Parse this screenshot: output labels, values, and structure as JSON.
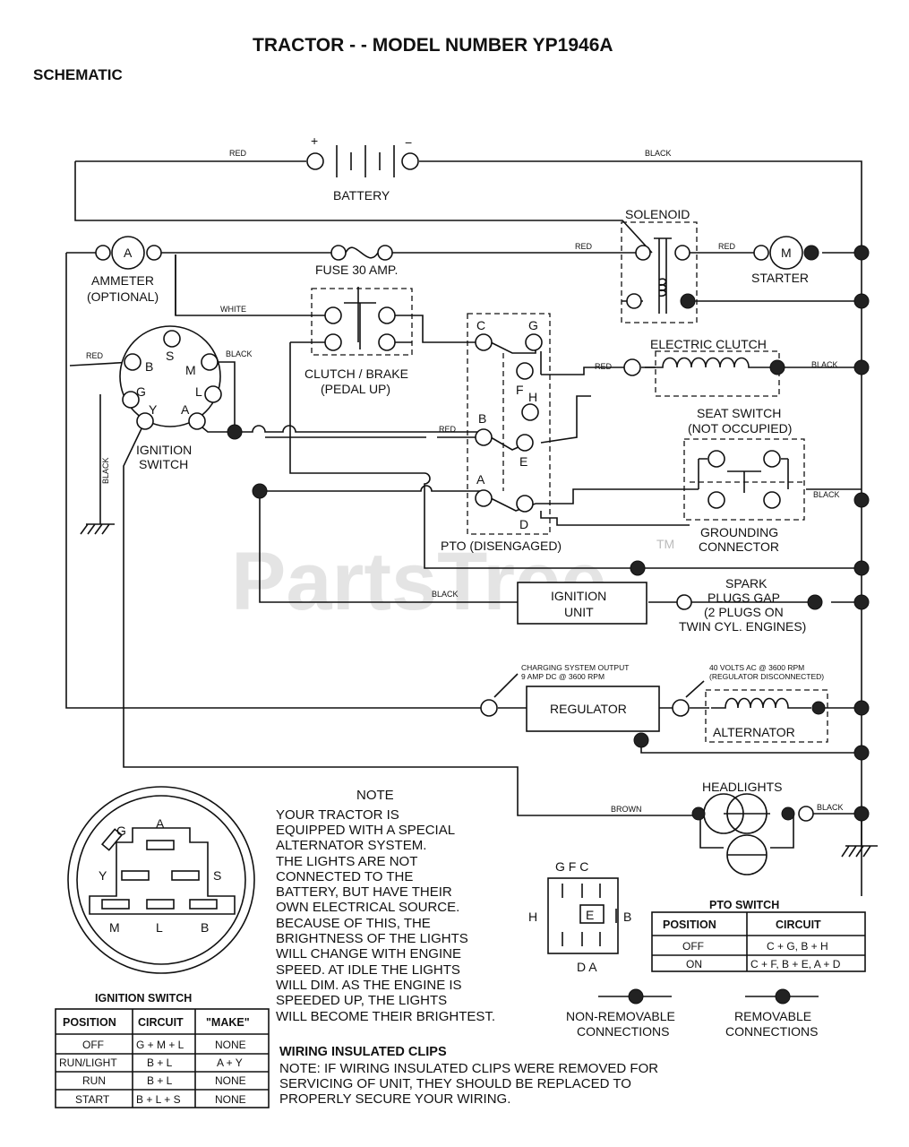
{
  "title": "TRACTOR - - MODEL NUMBER YP1946A",
  "subtitle": "SCHEMATIC",
  "watermark": "PartsTree",
  "watermark_tm": "TM",
  "wire_labels": {
    "red_top": "RED",
    "black_top": "BLACK",
    "red_solenoid": "RED",
    "red_starter": "RED",
    "white": "WHITE",
    "red_ign": "RED",
    "black_ign": "BLACK",
    "black_vertical": "BLACK",
    "red_clutch": "RED",
    "black_clutch": "BLACK",
    "red_pto": "RED",
    "black_seat": "BLACK",
    "black_ignunit": "BLACK",
    "brown": "BROWN",
    "black_head": "BLACK"
  },
  "components": {
    "battery": "BATTERY",
    "battery_plus": "+",
    "battery_minus": "−",
    "ammeter": "AMMETER",
    "ammeter_optional": "(OPTIONAL)",
    "ammeter_symbol": "A",
    "fuse": "FUSE 30 AMP.",
    "solenoid": "SOLENOID",
    "starter": "STARTER",
    "starter_symbol": "M",
    "clutch_brake": "CLUTCH / BRAKE",
    "clutch_brake_sub": "(PEDAL UP)",
    "electric_clutch": "ELECTRIC CLUTCH",
    "seat_switch": "SEAT SWITCH",
    "seat_switch_sub": "(NOT OCCUPIED)",
    "grounding": "GROUNDING",
    "grounding_sub": "CONNECTOR",
    "ignition_switch_1": "IGNITION",
    "ignition_switch_2": "SWITCH",
    "pto": "PTO (DISENGAGED)",
    "ignition_unit_1": "IGNITION",
    "ignition_unit_2": "UNIT",
    "spark_1": "SPARK",
    "spark_2": "PLUGS GAP",
    "spark_3": "(2 PLUGS ON",
    "spark_4": "TWIN CYL. ENGINES)",
    "regulator": "REGULATOR",
    "charging_1": "CHARGING SYSTEM OUTPUT",
    "charging_2": "9 AMP DC @ 3600 RPM",
    "alt_volts_1": "40 VOLTS AC @ 3600 RPM",
    "alt_volts_2": "(REGULATOR DISCONNECTED)",
    "alternator": "ALTERNATOR",
    "headlights": "HEADLIGHTS"
  },
  "ign_terminals": {
    "B": "B",
    "S": "S",
    "M": "M",
    "G": "G",
    "L": "L",
    "Y": "Y",
    "A": "A"
  },
  "pto_terminals": {
    "C": "C",
    "G": "G",
    "F": "F",
    "H": "H",
    "B": "B",
    "E": "E",
    "A": "A",
    "D": "D"
  },
  "note": {
    "heading": "NOTE",
    "lines": [
      "YOUR TRACTOR IS",
      "EQUIPPED WITH A SPECIAL",
      "ALTERNATOR SYSTEM.",
      "THE LIGHTS ARE NOT",
      "CONNECTED TO THE",
      "BATTERY, BUT HAVE THEIR",
      "OWN ELECTRICAL SOURCE.",
      "BECAUSE OF THIS, THE",
      "BRIGHTNESS OF THE LIGHTS",
      "WILL CHANGE WITH ENGINE",
      "SPEED.  AT IDLE THE LIGHTS",
      "WILL DIM.  AS THE ENGINE IS",
      "SPEEDED UP, THE LIGHTS",
      "WILL BECOME THEIR BRIGHTEST."
    ]
  },
  "ignition_switch_table": {
    "title": "IGNITION SWITCH",
    "headers": [
      "POSITION",
      "CIRCUIT",
      "\"MAKE\""
    ],
    "rows": [
      [
        "OFF",
        "G + M + L",
        "NONE"
      ],
      [
        "RUN/LIGHT",
        "B + L",
        "A + Y"
      ],
      [
        "RUN",
        "B + L",
        "NONE"
      ],
      [
        "START",
        "B + L + S",
        "NONE"
      ]
    ]
  },
  "pto_switch_table": {
    "title": "PTO SWITCH",
    "headers": [
      "POSITION",
      "CIRCUIT"
    ],
    "rows": [
      [
        "OFF",
        "C + G, B + H"
      ],
      [
        "ON",
        "C + F, B + E, A + D"
      ]
    ]
  },
  "pto_face_labels": {
    "top": "G F C",
    "left": "H",
    "right": "B",
    "center": "E",
    "bottom": "D A"
  },
  "ign_face_labels": {
    "G": "G",
    "A": "A",
    "Y": "Y",
    "S": "S",
    "M": "M",
    "L": "L",
    "B": "B"
  },
  "legend": {
    "non_removable_1": "NON-REMOVABLE",
    "non_removable_2": "CONNECTIONS",
    "removable_1": "REMOVABLE",
    "removable_2": "CONNECTIONS"
  },
  "clips": {
    "heading": "WIRING INSULATED CLIPS",
    "lines": [
      "NOTE: IF WIRING INSULATED CLIPS WERE REMOVED FOR",
      "SERVICING OF UNIT, THEY SHOULD BE REPLACED TO",
      "PROPERLY SECURE YOUR WIRING."
    ]
  }
}
